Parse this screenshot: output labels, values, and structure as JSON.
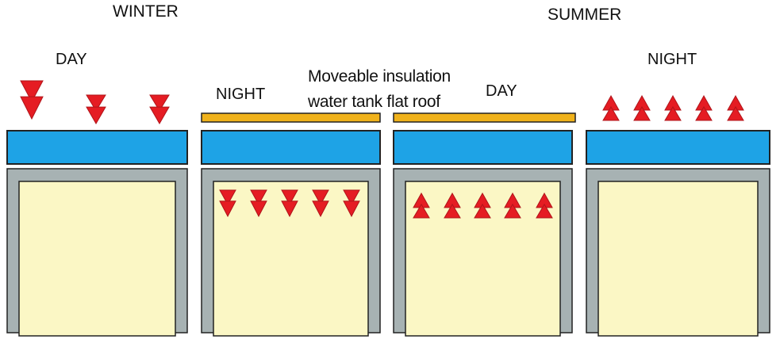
{
  "labels": {
    "winter": "WINTER",
    "summer": "SUMMER",
    "winter_day": "DAY",
    "winter_night": "NIGHT",
    "summer_day": "DAY",
    "summer_night": "NIGHT",
    "caption_line1": "Moveable insulation",
    "caption_line2": "water tank flat roof"
  },
  "colors": {
    "water_tank": "#1ea3e6",
    "insulation": "#f0b21b",
    "wall": "#a7b2b3",
    "interior": "#fbf7c5",
    "arrow": "#e51c23",
    "outline": "#222222"
  },
  "panels": [
    {
      "id": "winter-day",
      "insulation": false,
      "arrows": {
        "position": "outside",
        "direction": "down",
        "count": 3
      }
    },
    {
      "id": "winter-night",
      "insulation": true,
      "arrows": {
        "position": "inside",
        "direction": "down",
        "count": 5
      }
    },
    {
      "id": "summer-day",
      "insulation": true,
      "arrows": {
        "position": "inside",
        "direction": "up",
        "count": 5
      }
    },
    {
      "id": "summer-night",
      "insulation": false,
      "arrows": {
        "position": "outside",
        "direction": "up",
        "count": 5
      }
    }
  ]
}
